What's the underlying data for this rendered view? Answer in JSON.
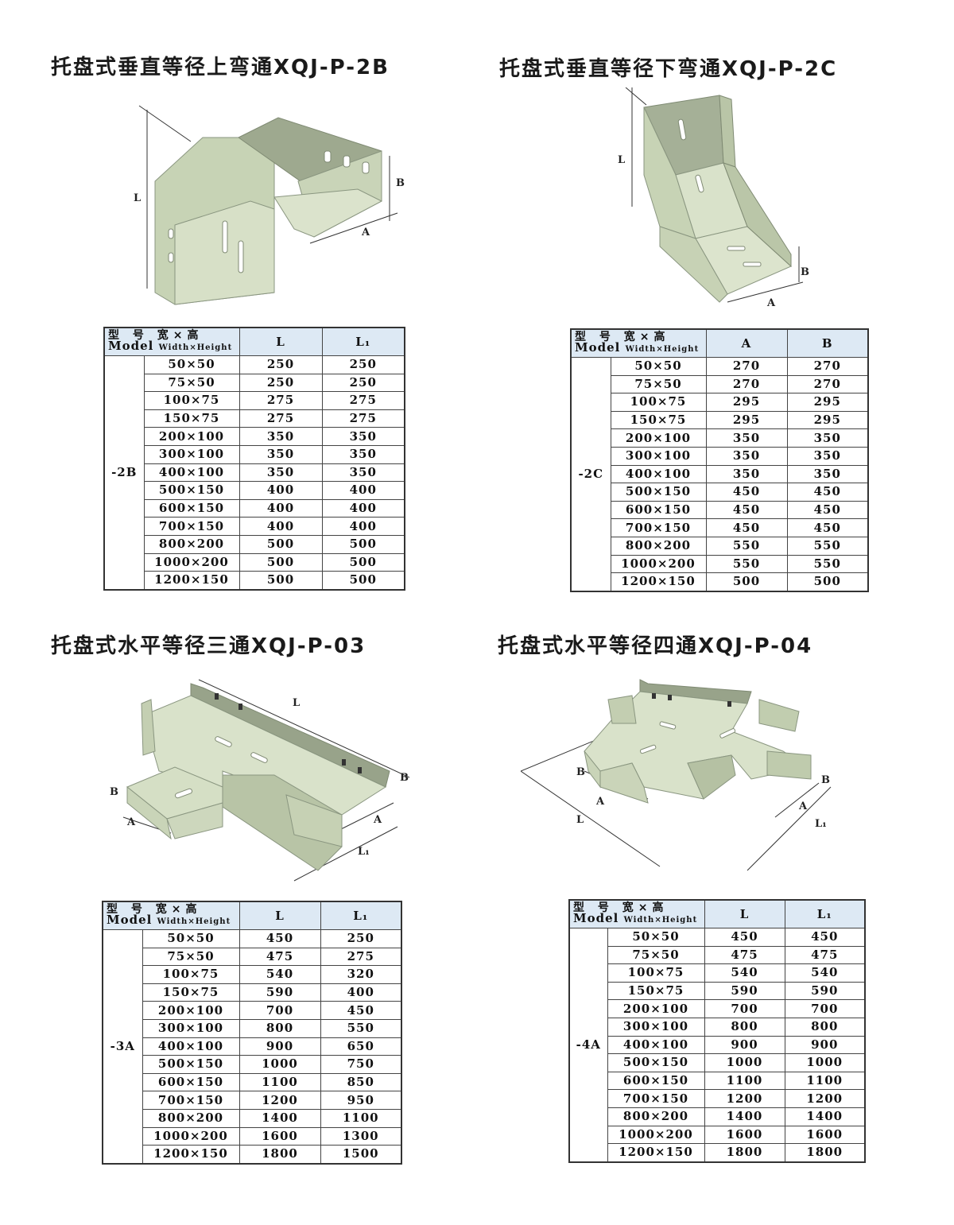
{
  "header": {
    "model_cn": "型 号 宽×高",
    "model_en": "Model",
    "width_height": "Width×Height"
  },
  "sections": [
    {
      "title": "托盘式垂直等径上弯通XQJ-P-2B",
      "model": "-2B",
      "col1": "L",
      "col2": "L₁",
      "labels": {
        "a": "A",
        "b": "B",
        "l": "L"
      },
      "rows": [
        [
          "50×50",
          "250",
          "250"
        ],
        [
          "75×50",
          "250",
          "250"
        ],
        [
          "100×75",
          "275",
          "275"
        ],
        [
          "150×75",
          "275",
          "275"
        ],
        [
          "200×100",
          "350",
          "350"
        ],
        [
          "300×100",
          "350",
          "350"
        ],
        [
          "400×100",
          "350",
          "350"
        ],
        [
          "500×150",
          "400",
          "400"
        ],
        [
          "600×150",
          "400",
          "400"
        ],
        [
          "700×150",
          "400",
          "400"
        ],
        [
          "800×200",
          "500",
          "500"
        ],
        [
          "1000×200",
          "500",
          "500"
        ],
        [
          "1200×150",
          "500",
          "500"
        ]
      ]
    },
    {
      "title": "托盘式垂直等径下弯通XQJ-P-2C",
      "model": "-2C",
      "col1": "A",
      "col2": "B",
      "labels": {
        "a": "A",
        "b": "B",
        "l": "L"
      },
      "rows": [
        [
          "50×50",
          "270",
          "270"
        ],
        [
          "75×50",
          "270",
          "270"
        ],
        [
          "100×75",
          "295",
          "295"
        ],
        [
          "150×75",
          "295",
          "295"
        ],
        [
          "200×100",
          "350",
          "350"
        ],
        [
          "300×100",
          "350",
          "350"
        ],
        [
          "400×100",
          "350",
          "350"
        ],
        [
          "500×150",
          "450",
          "450"
        ],
        [
          "600×150",
          "450",
          "450"
        ],
        [
          "700×150",
          "450",
          "450"
        ],
        [
          "800×200",
          "550",
          "550"
        ],
        [
          "1000×200",
          "550",
          "550"
        ],
        [
          "1200×150",
          "500",
          "500"
        ]
      ]
    },
    {
      "title": "托盘式水平等径三通XQJ-P-03",
      "model": "-3A",
      "col1": "L",
      "col2": "L₁",
      "labels": {
        "a": "A",
        "b": "B",
        "l": "L",
        "l1": "L₁"
      },
      "rows": [
        [
          "50×50",
          "450",
          "250"
        ],
        [
          "75×50",
          "475",
          "275"
        ],
        [
          "100×75",
          "540",
          "320"
        ],
        [
          "150×75",
          "590",
          "400"
        ],
        [
          "200×100",
          "700",
          "450"
        ],
        [
          "300×100",
          "800",
          "550"
        ],
        [
          "400×100",
          "900",
          "650"
        ],
        [
          "500×150",
          "1000",
          "750"
        ],
        [
          "600×150",
          "1100",
          "850"
        ],
        [
          "700×150",
          "1200",
          "950"
        ],
        [
          "800×200",
          "1400",
          "1100"
        ],
        [
          "1000×200",
          "1600",
          "1300"
        ],
        [
          "1200×150",
          "1800",
          "1500"
        ]
      ]
    },
    {
      "title": "托盘式水平等径四通XQJ-P-04",
      "model": "-4A",
      "col1": "L",
      "col2": "L₁",
      "labels": {
        "a": "A",
        "b": "B",
        "l": "L",
        "l1": "L₁"
      },
      "rows": [
        [
          "50×50",
          "450",
          "450"
        ],
        [
          "75×50",
          "475",
          "475"
        ],
        [
          "100×75",
          "540",
          "540"
        ],
        [
          "150×75",
          "590",
          "590"
        ],
        [
          "200×100",
          "700",
          "700"
        ],
        [
          "300×100",
          "800",
          "800"
        ],
        [
          "400×100",
          "900",
          "900"
        ],
        [
          "500×150",
          "1000",
          "1000"
        ],
        [
          "600×150",
          "1100",
          "1100"
        ],
        [
          "700×150",
          "1200",
          "1200"
        ],
        [
          "800×200",
          "1400",
          "1400"
        ],
        [
          "1000×200",
          "1600",
          "1600"
        ],
        [
          "1200×150",
          "1800",
          "1800"
        ]
      ]
    }
  ]
}
